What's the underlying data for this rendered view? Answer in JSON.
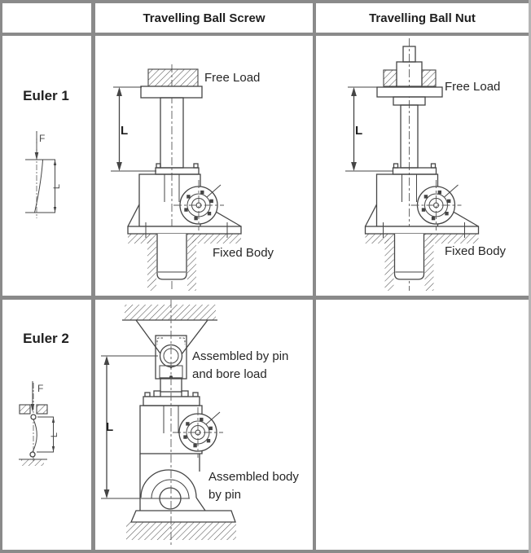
{
  "header": {
    "screw_column": "Travelling Ball Screw",
    "nut_column": "Travelling Ball Nut"
  },
  "row_labels": {
    "euler1": "Euler 1",
    "euler2": "Euler 2"
  },
  "annotations": {
    "free_load": "Free Load",
    "fixed_body": "Fixed Body",
    "assembled_by_pin_line1": "Assembled by pin",
    "assembled_by_pin_line2": "and bore load",
    "assembled_body_line1": "Assembled body",
    "assembled_body_line2": "by pin",
    "length_dimension": "L",
    "force": "F"
  },
  "colors": {
    "table_border": "#8a8a8a",
    "drawing_line": "#454545",
    "text": "#1f1f1f"
  }
}
